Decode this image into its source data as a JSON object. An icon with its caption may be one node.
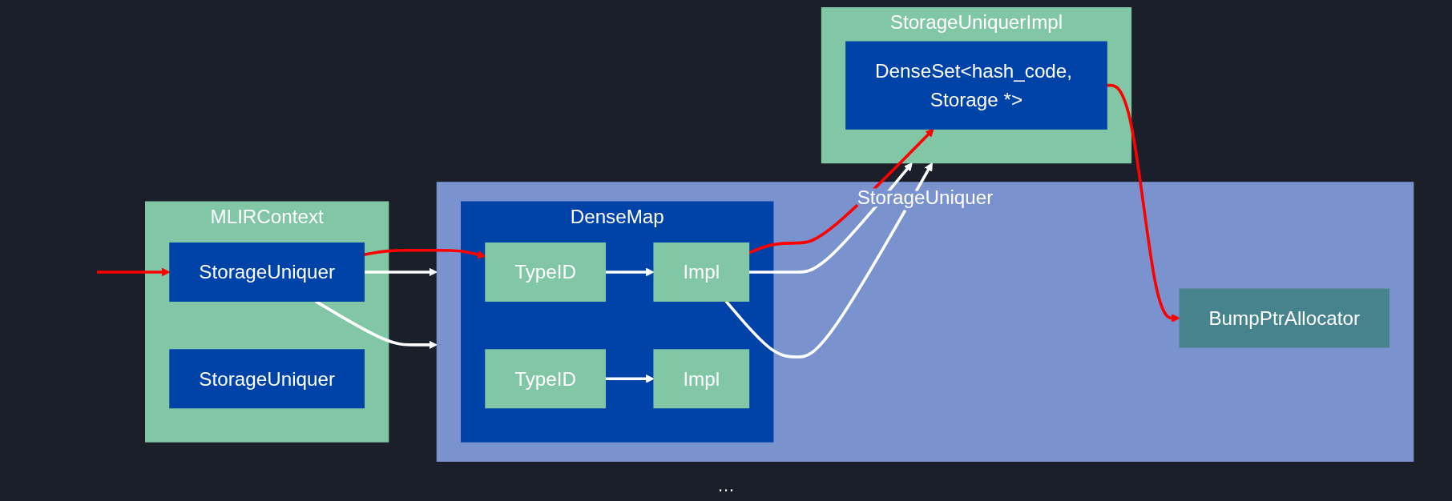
{
  "diagram": {
    "nodes": [
      {
        "text": [
          "MLIRContext"
        ]
      },
      {
        "text": [
          "StorageUniquer"
        ],
        "in": 0
      },
      {
        "text": [
          "StorageUniquer"
        ],
        "in": 0
      },
      {
        "text": [
          "StorageUniquer"
        ]
      },
      {
        "text": [
          "BumpPtrAllocator"
        ],
        "in": 3
      },
      {
        "text": [
          "DenseMap"
        ],
        "in": 3
      },
      {
        "text": [
          "TypeID"
        ],
        "in": 5
      },
      {
        "text": [
          "Impl"
        ],
        "in": 5
      },
      {
        "text": [
          "TypeID"
        ],
        "in": 5
      },
      {
        "text": [
          "Impl"
        ],
        "in": 5
      },
      {
        "text": [
          "StorageUniquerImpl"
        ]
      },
      {
        "text": [
          "DenseSet<hash_code, Storage *>"
        ],
        "in": 10
      }
    ],
    "edges": [
      {
        "from": null,
        "to": 1,
        "arrow": "to",
        "color": "#ff0000"
      },
      {
        "from": 1,
        "to": 3,
        "arrow": "to"
      },
      {
        "from": 1,
        "to": 3,
        "arrow": "to"
      },
      {
        "from": 1,
        "to": 6,
        "arrow": "to",
        "color": "#ff0000"
      },
      {
        "from": 6,
        "to": 7,
        "arrow": "to"
      },
      {
        "from": 8,
        "to": 9,
        "arrow": "to"
      },
      {
        "from": 7,
        "to": 10,
        "arrow": "to"
      },
      {
        "from": 7,
        "to": 10,
        "arrow": "to"
      },
      {
        "from": 7,
        "to": 11,
        "arrow": "to",
        "color": "#ff0000"
      },
      {
        "from": 11,
        "to": 4,
        "arrow": "to",
        "color": "#ff0000"
      }
    ],
    "labels": [
      "…"
    ]
  }
}
